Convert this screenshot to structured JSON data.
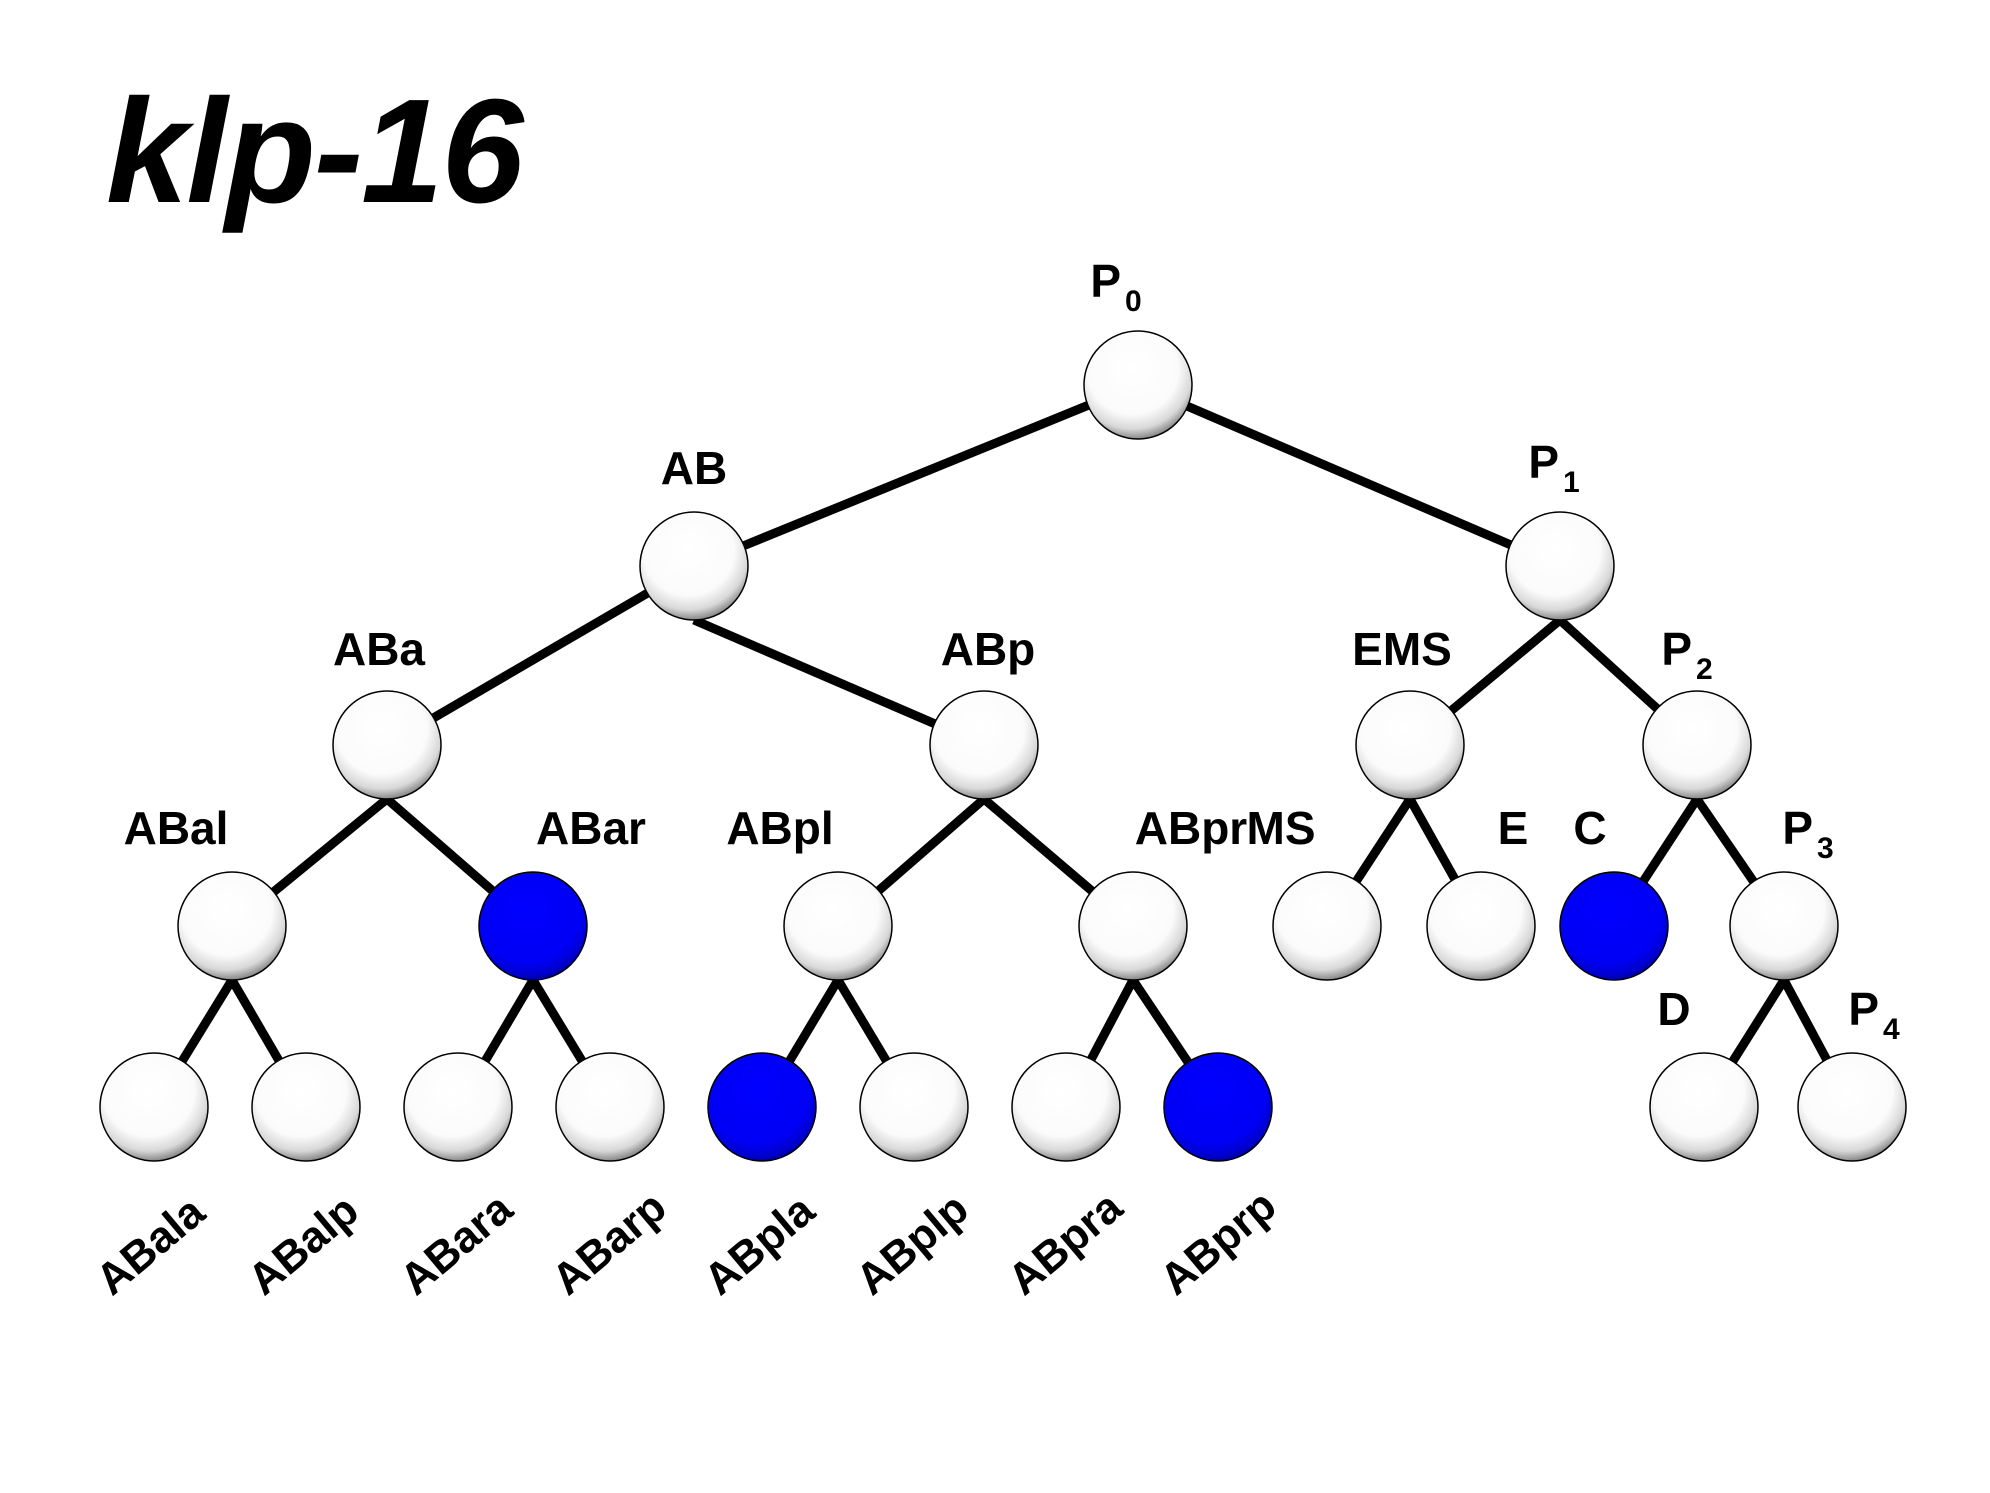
{
  "title": "klp-16",
  "legend_colors": {
    "unmarked": "#ffffff",
    "marked": "#0000ff"
  },
  "nodes": [
    {
      "id": "P0",
      "label": "P",
      "sub": "0",
      "level": 0,
      "marked": false,
      "parent": null
    },
    {
      "id": "AB",
      "label": "AB",
      "sub": "",
      "level": 1,
      "marked": false,
      "parent": "P0"
    },
    {
      "id": "P1",
      "label": "P",
      "sub": "1",
      "level": 1,
      "marked": false,
      "parent": "P0"
    },
    {
      "id": "ABa",
      "label": "ABa",
      "sub": "",
      "level": 2,
      "marked": false,
      "parent": "AB"
    },
    {
      "id": "ABp",
      "label": "ABp",
      "sub": "",
      "level": 2,
      "marked": false,
      "parent": "AB"
    },
    {
      "id": "EMS",
      "label": "EMS",
      "sub": "",
      "level": 2,
      "marked": false,
      "parent": "P1"
    },
    {
      "id": "P2",
      "label": "P",
      "sub": "2",
      "level": 2,
      "marked": false,
      "parent": "P1"
    },
    {
      "id": "ABal",
      "label": "ABal",
      "sub": "",
      "level": 3,
      "marked": false,
      "parent": "ABa"
    },
    {
      "id": "ABar",
      "label": "ABar",
      "sub": "",
      "level": 3,
      "marked": true,
      "parent": "ABa"
    },
    {
      "id": "ABpl",
      "label": "ABpl",
      "sub": "",
      "level": 3,
      "marked": false,
      "parent": "ABp"
    },
    {
      "id": "ABpr",
      "label": "ABpr",
      "sub": "",
      "level": 3,
      "marked": false,
      "parent": "ABp"
    },
    {
      "id": "MS",
      "label": "MS",
      "sub": "",
      "level": 3,
      "marked": false,
      "parent": "EMS"
    },
    {
      "id": "E",
      "label": "E",
      "sub": "",
      "level": 3,
      "marked": false,
      "parent": "EMS"
    },
    {
      "id": "C",
      "label": "C",
      "sub": "",
      "level": 3,
      "marked": true,
      "parent": "P2"
    },
    {
      "id": "P3",
      "label": "P",
      "sub": "3",
      "level": 3,
      "marked": false,
      "parent": "P2"
    },
    {
      "id": "ABala",
      "label": "ABala",
      "sub": "",
      "level": 4,
      "marked": false,
      "parent": "ABal"
    },
    {
      "id": "ABalp",
      "label": "ABalp",
      "sub": "",
      "level": 4,
      "marked": false,
      "parent": "ABal"
    },
    {
      "id": "ABara",
      "label": "ABara",
      "sub": "",
      "level": 4,
      "marked": false,
      "parent": "ABar"
    },
    {
      "id": "ABarp",
      "label": "ABarp",
      "sub": "",
      "level": 4,
      "marked": false,
      "parent": "ABar"
    },
    {
      "id": "ABpla",
      "label": "ABpla",
      "sub": "",
      "level": 4,
      "marked": true,
      "parent": "ABpl"
    },
    {
      "id": "ABplp",
      "label": "ABplp",
      "sub": "",
      "level": 4,
      "marked": false,
      "parent": "ABpl"
    },
    {
      "id": "ABpra",
      "label": "ABpra",
      "sub": "",
      "level": 4,
      "marked": false,
      "parent": "ABpr"
    },
    {
      "id": "ABprp",
      "label": "ABprp",
      "sub": "",
      "level": 4,
      "marked": true,
      "parent": "ABpr"
    },
    {
      "id": "D",
      "label": "D",
      "sub": "",
      "level": 4,
      "marked": false,
      "parent": "P3"
    },
    {
      "id": "P4",
      "label": "P",
      "sub": "4",
      "level": 4,
      "marked": false,
      "parent": "P3"
    }
  ]
}
